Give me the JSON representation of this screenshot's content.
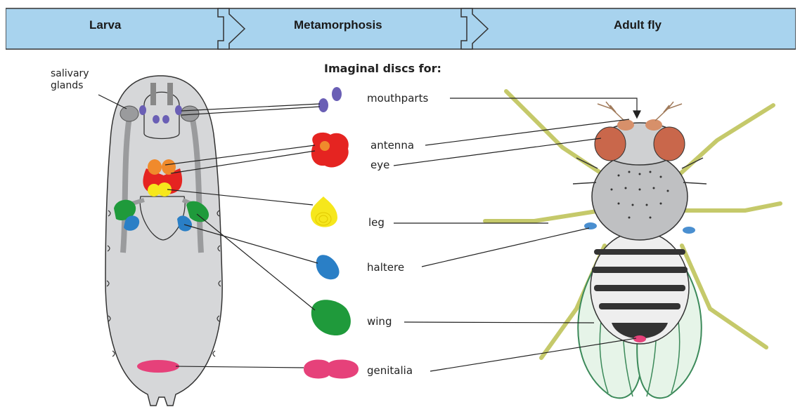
{
  "stages": {
    "larva": "Larva",
    "metamorphosis": "Metamorphosis",
    "adult": "Adult fly"
  },
  "heading": "Imaginal discs for:",
  "larva_label": "salivary glands",
  "discs": {
    "mouthparts": "mouthparts",
    "antenna": "antenna",
    "eye": "eye",
    "leg": "leg",
    "haltere": "haltere",
    "wing": "wing",
    "genitalia": "genitalia"
  },
  "colors": {
    "banner": "#a8d3ee",
    "mouthparts": "#6a5fb5",
    "antenna": "#f08a2c",
    "eye": "#e52421",
    "leg": "#f6e71c",
    "haltere": "#2a7fc6",
    "wing": "#1f9a3b",
    "genitalia": "#e6417a",
    "larva_body": "#d6d7d9"
  }
}
